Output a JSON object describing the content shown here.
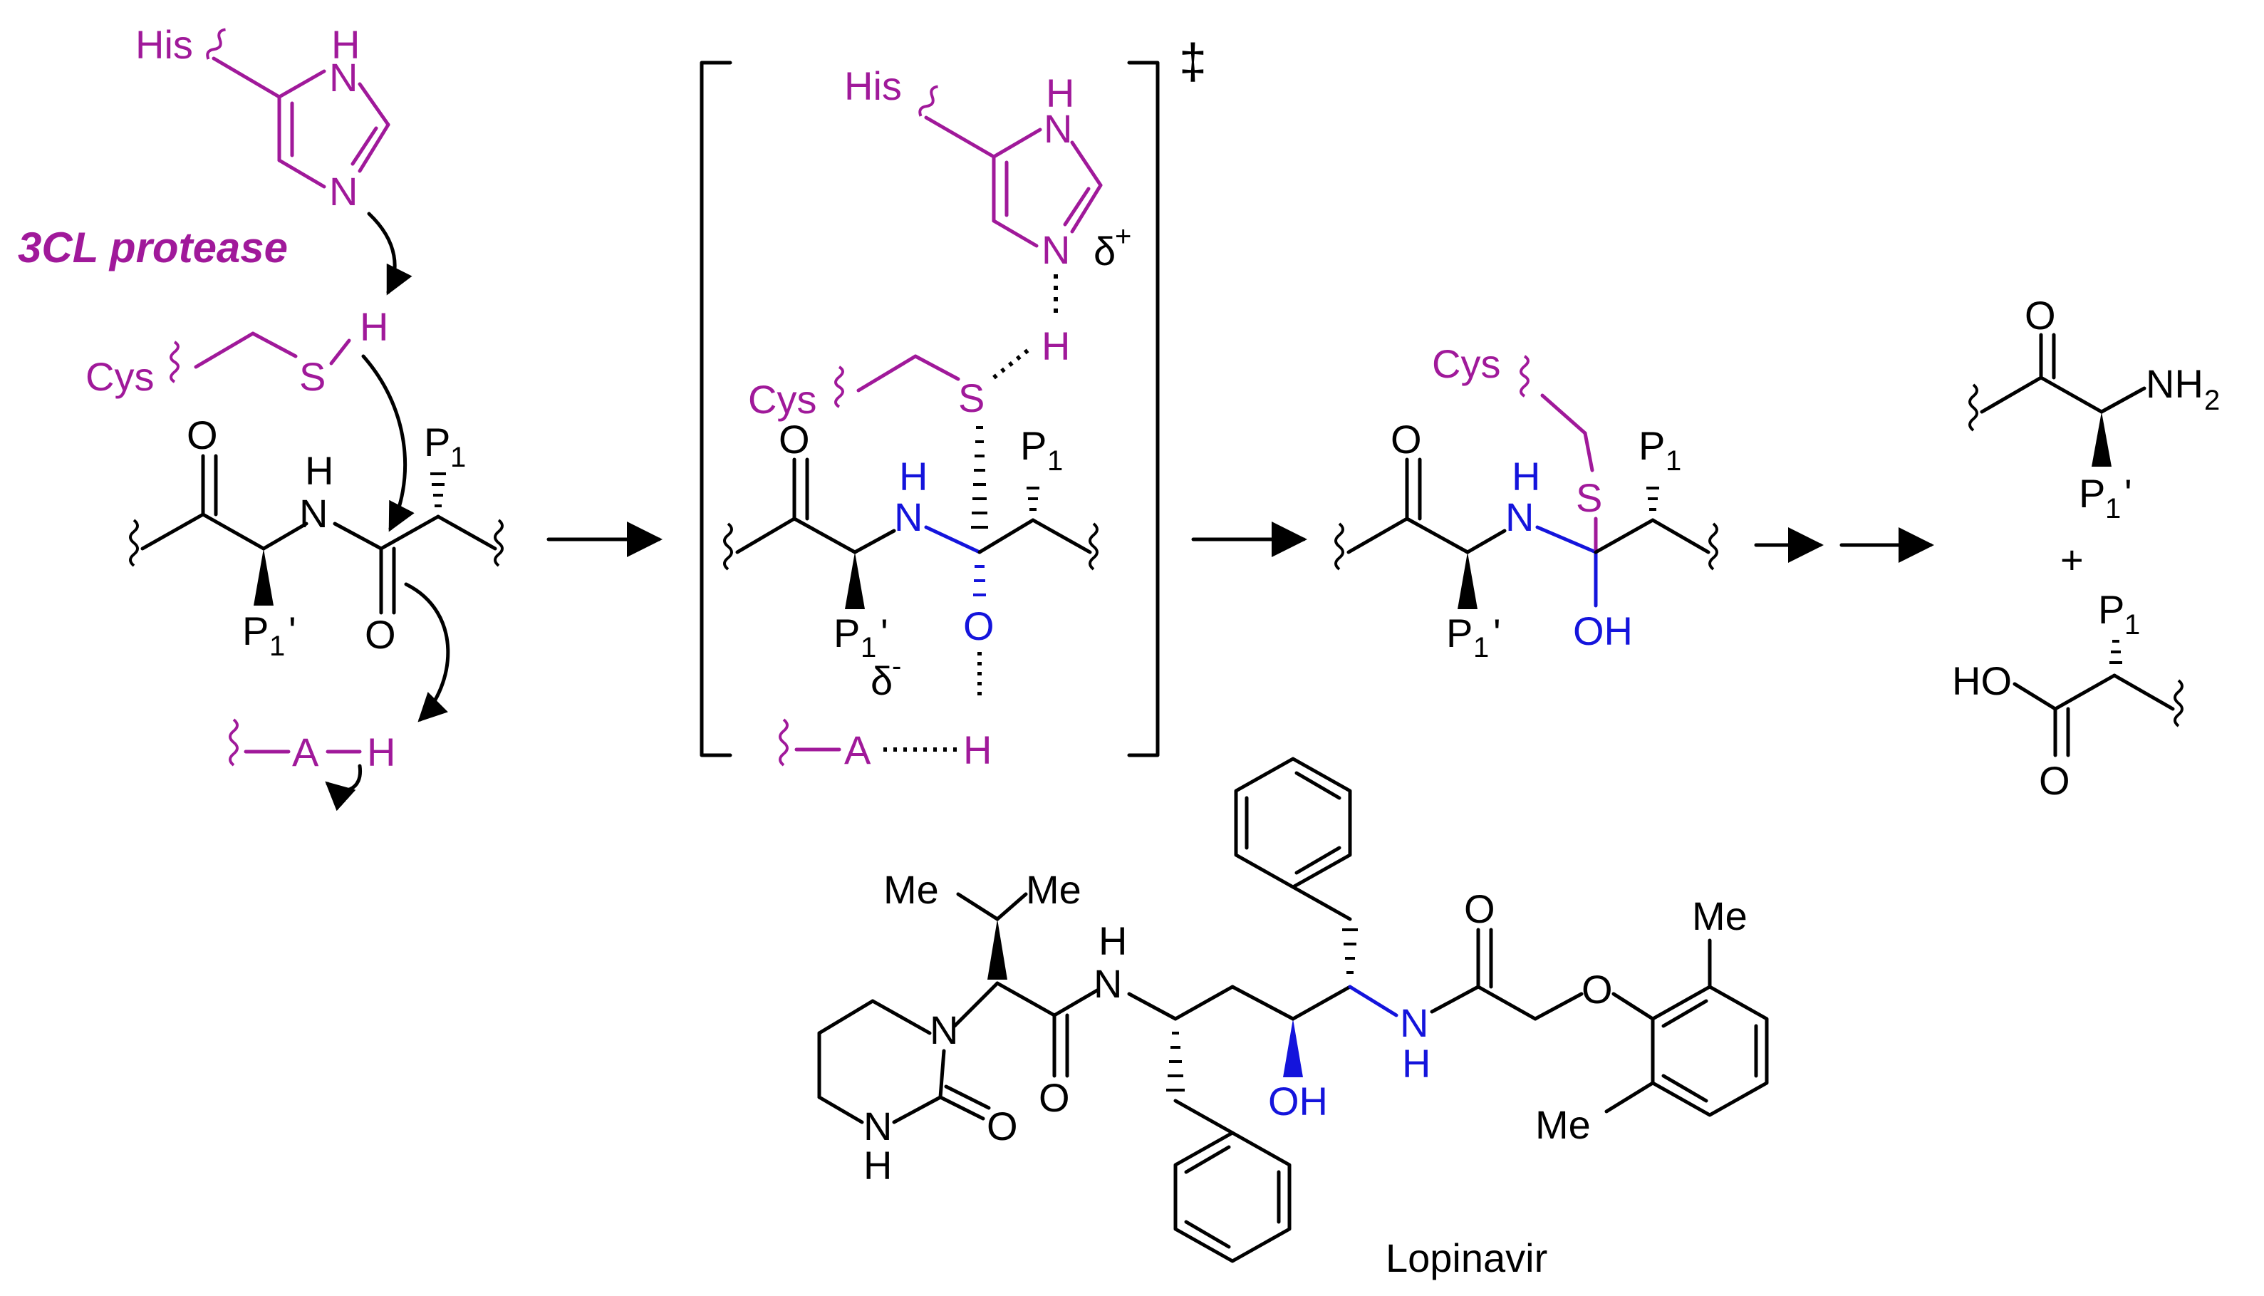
{
  "colors": {
    "enzyme": "#a0199a",
    "highlight": "#1414dc",
    "default": "#000000"
  },
  "labels": {
    "his": "His",
    "cys": "Cys",
    "s": "S",
    "h": "H",
    "n": "N",
    "nh": "NH",
    "o": "O",
    "oh": "OH",
    "ho": "HO",
    "a": "A",
    "nh2": "NH",
    "nh2_sub": "2",
    "p": "P",
    "p_sub": "1",
    "prime": "'",
    "delta": "δ",
    "plus_charge": "+",
    "minus_charge": "-",
    "dagger": "‡",
    "plus": "+",
    "me": "Me"
  },
  "enzyme_name": "3CL protease",
  "drug_name": "Lopinavir"
}
